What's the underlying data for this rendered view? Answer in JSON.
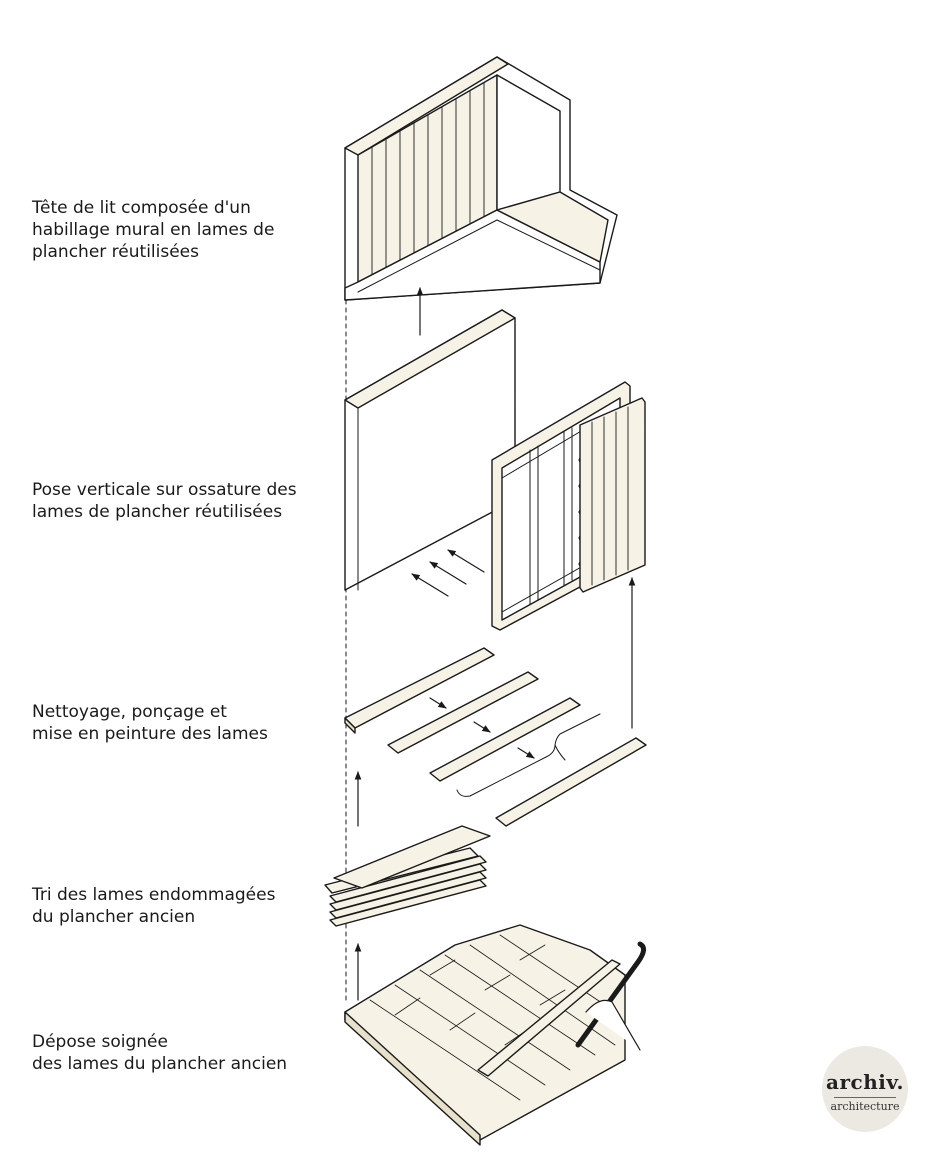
{
  "steps": [
    {
      "lines": [
        "Tête de lit composée d'un",
        "habillage mural en lames de",
        "plancher réutilisées"
      ]
    },
    {
      "lines": [
        "Pose verticale sur ossature des",
        "lames de plancher réutilisées"
      ]
    },
    {
      "lines": [
        "Nettoyage, ponçage et",
        "mise en peinture des lames"
      ]
    },
    {
      "lines": [
        "Tri des lames endommagées",
        "du plancher ancien"
      ]
    },
    {
      "lines": [
        "Dépose soignée",
        "des lames du plancher ancien"
      ]
    }
  ],
  "logo": {
    "main": "archiv.",
    "sub": "architecture"
  },
  "colors": {
    "wood": "#f6f3e6",
    "wood_shadow": "#e7e1cb",
    "line": "#1a1a1a",
    "logo_bg": "#ece9e2"
  }
}
